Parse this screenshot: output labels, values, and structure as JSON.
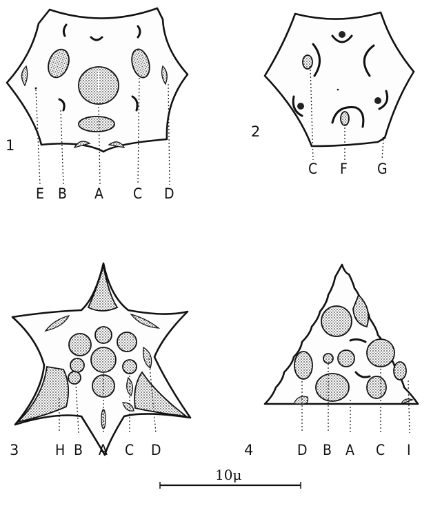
{
  "figures": [
    {
      "number": "1",
      "labels": [
        "E",
        "B",
        "A",
        "C",
        "D"
      ]
    },
    {
      "number": "2",
      "labels": [
        "C",
        "F",
        "G"
      ]
    },
    {
      "number": "3",
      "labels": [
        "H",
        "B",
        "A",
        "C",
        "D"
      ]
    },
    {
      "number": "4",
      "labels": [
        "D",
        "B",
        "A",
        "C",
        "I"
      ]
    }
  ],
  "scale_bar": {
    "label": "10μ"
  }
}
